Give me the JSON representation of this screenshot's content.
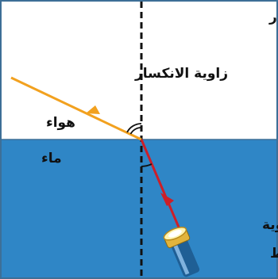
{
  "labels": {
    "normal": "عمود الانكسار",
    "refraction_angle": "زاوية الانكسار",
    "air": "هواء",
    "water": "ماء",
    "incidence_angle_line1": "زاوية",
    "incidence_angle_line2": "السقوط"
  },
  "colors": {
    "air": "#ffffff",
    "water": "#2f86c6",
    "frame": "#3d6f97",
    "incident_ray": "#cc1f28",
    "refracted_ray": "#f2a11f",
    "normal_line": "#111111",
    "text": "#111111"
  },
  "icons": {
    "light_source": "flashlight-icon"
  }
}
